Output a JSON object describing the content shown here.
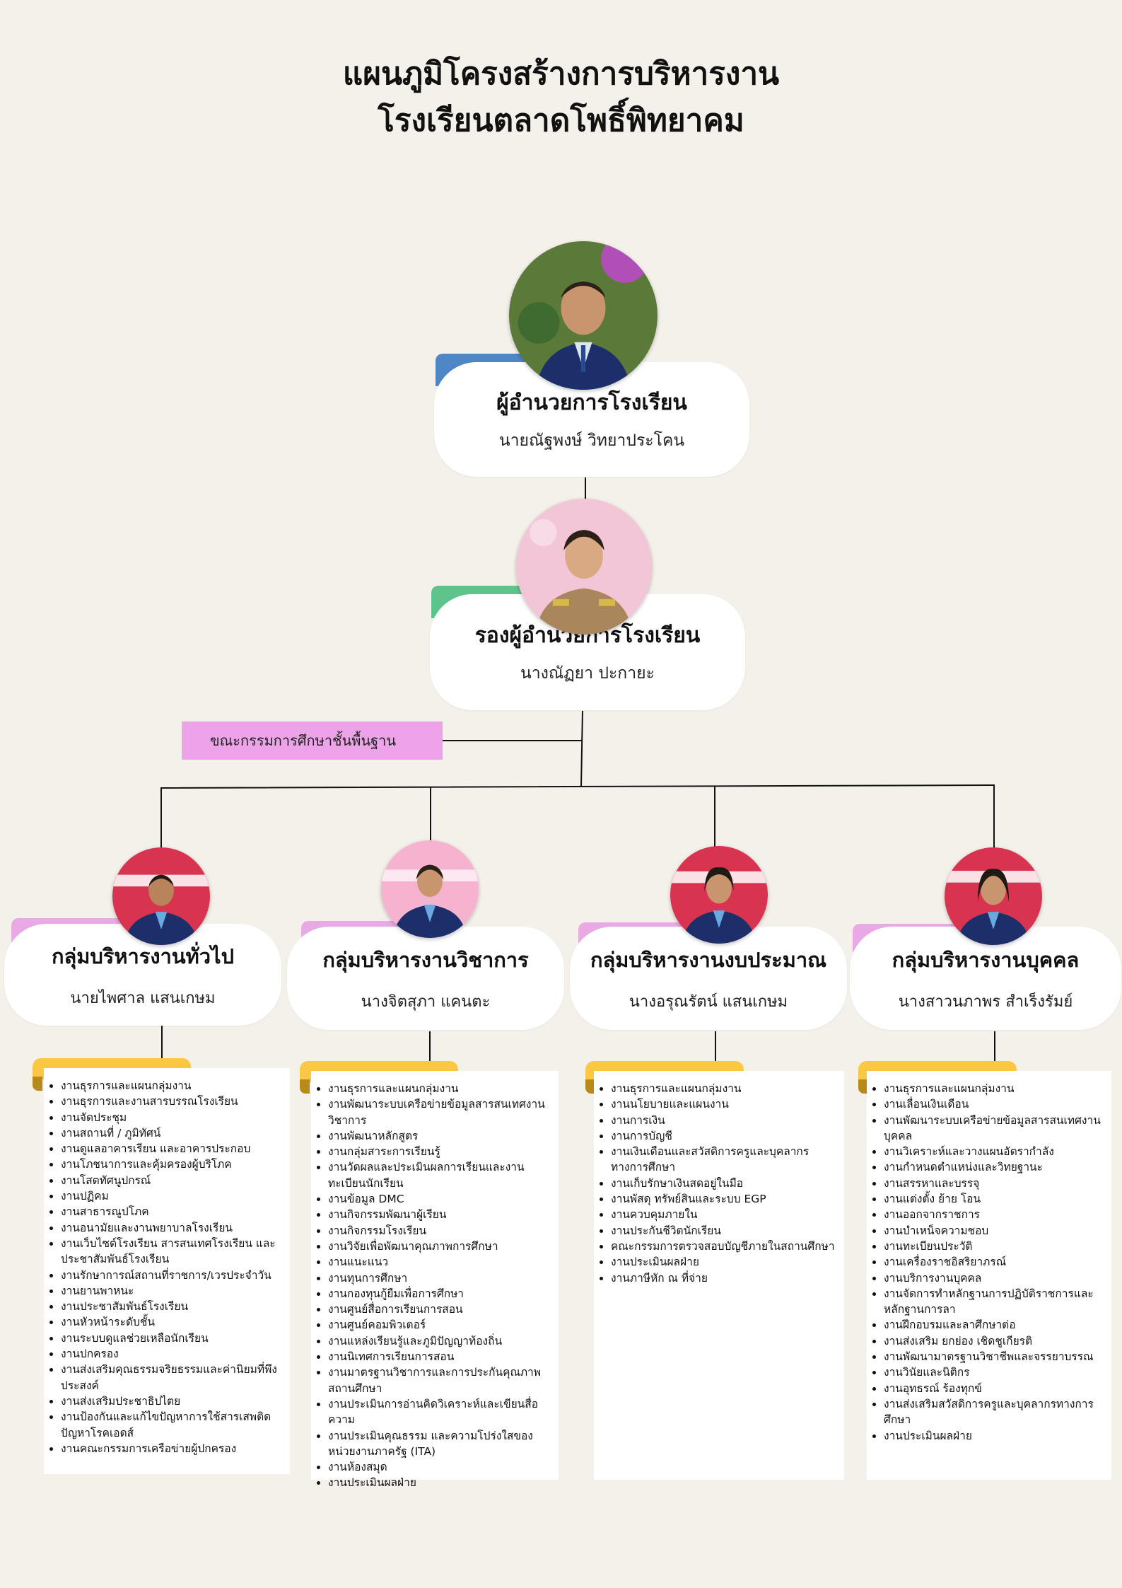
{
  "title": {
    "line1": "แผนภูมิโครงสร้างการบริหารงาน",
    "line2": "โรงเรียนตลาดโพธิ์พิทยาคม"
  },
  "director": {
    "role": "ผู้อำนวยการโรงเรียน",
    "name": "นายณัฐพงษ์ วิทยาประโคน"
  },
  "deputy": {
    "role": "รองผู้อำนวยการโรงเรียน",
    "name": "นางณัฏยา ปะกายะ"
  },
  "committee": {
    "label": "ขณะกรรมการศึกษาชั้นพื้นฐาน"
  },
  "groups": [
    {
      "title": "กลุ่มบริหารงานทั่วไป",
      "head": "นายไพศาล แสนเกษม",
      "duties": [
        "งานธุรการและแผนกลุ่มงาน",
        "งานธุรการและงานสารบรรณโรงเรียน",
        "งานจัดประชุม",
        "งานสถานที่ / ภูมิทัศน์",
        "งานดูแลอาคารเรียน และอาคารประกอบ",
        "งานโภชนาการและคุ้มครองผู้บริโภค",
        "งานโสตทัศนูปกรณ์",
        "งานปฏิคม",
        "งานสาธารณูปโภค",
        "งานอนามัยและงานพยาบาลโรงเรียน",
        "งานเว็บไซต์โรงเรียน สารสนเทศโรงเรียน และประชาสัมพันธ์โรงเรียน",
        "งานรักษาการณ์สถานที่ราชการ/เวรประจำวัน",
        "งานยานพาหนะ",
        "งานประชาสัมพันธ์โรงเรียน",
        "งานหัวหน้าระดับชั้น",
        "งานระบบดูแลช่วยเหลือนักเรียน",
        "งานปกครอง",
        "งานส่งเสริมคุณธรรมจริยธรรมและค่านิยมที่พึงประสงค์",
        "งานส่งเสริมประชาธิปไตย",
        "งานป้องกันและแก้ไขปัญหาการใช้สารเสพติด ปัญหาโรคเอดส์",
        "งานคณะกรรมการเครือข่ายผู้ปกครอง"
      ]
    },
    {
      "title": "กลุ่มบริหารงานวิชาการ",
      "head": "นางจิตสุภา แคนตะ",
      "duties": [
        "งานธุรการและแผนกลุ่มงาน",
        "งานพัฒนาระบบเครือข่ายข้อมูลสารสนเทศงานวิชาการ",
        "งานพัฒนาหลักสูตร",
        "งานกลุ่มสาระการเรียนรู้",
        "งานวัดผลและประเมินผลการเรียนและงานทะเบียนนักเรียน",
        "งานข้อมูล DMC",
        "งานกิจกรรมพัฒนาผู้เรียน",
        "งานกิจกรรมโรงเรียน",
        "งานวิจัยเพื่อพัฒนาคุณภาพการศึกษา",
        "งานแนะแนว",
        "งานทุนการศึกษา",
        "งานกองทุนกู้ยืมเพื่อการศึกษา",
        "งานศูนย์สื่อการเรียนการสอน",
        "งานศูนย์คอมพิวเตอร์",
        "งานแหล่งเรียนรู้และภูมิปัญญาท้องถิ่น",
        "งานนิเทศการเรียนการสอน",
        "งานมาตรฐานวิชาการและการประกันคุณภาพสถานศึกษา",
        "งานประเมินการอ่านคิดวิเคราะห์และเขียนสื่อความ",
        "งานประเมินคุณธรรม และความโปร่งใสของหน่วยงานภาครัฐ (ITA)",
        "งานห้องสมุด",
        "งานประเมินผลฝ่าย"
      ]
    },
    {
      "title": "กลุ่มบริหารงานงบประมาณ",
      "head": "นางอรุณรัตน์ แสนเกษม",
      "duties": [
        "งานธุรการและแผนกลุ่มงาน",
        "งานนโยบายและแผนงาน",
        "งานการเงิน",
        "งานการบัญชี",
        "งานเงินเดือนและสวัสดิการครูและบุคลากรทางการศึกษา",
        "งานเก็บรักษาเงินสดอยู่ในมือ",
        "งานพัสดุ ทรัพย์สินและระบบ EGP",
        "งานควบคุมภายใน",
        "งานประกันชีวิตนักเรียน",
        "คณะกรรมการตรวจสอบบัญชีภายในสถานศึกษา",
        "งานประเมินผลฝ่าย",
        "งานภาษีหัก ณ ที่จ่าย"
      ]
    },
    {
      "title": "กลุ่มบริหารงานบุคคล",
      "head": "นางสาวนภาพร สำเร็งรัมย์",
      "duties": [
        "งานธุรการและแผนกลุ่มงาน",
        "งานเลื่อนเงินเดือน",
        "งานพัฒนาระบบเครือข่ายข้อมูลสารสนเทศงานบุคคล",
        "งานวิเคราะห์และวางแผนอัตรากำลัง",
        "งานกำหนดตำแหน่งและวิทยฐานะ",
        "งานสรรหาและบรรจุ",
        "งานแต่งตั้ง ย้าย โอน",
        "งานออกจากราชการ",
        "งานบำเหน็จความชอบ",
        "งานทะเบียนประวัติ",
        "งานเครื่องราชอิสริยาภรณ์",
        "งานบริการงานบุคคล",
        "งานจัดการทำหลักฐานการปฏิบัติราชการและหลักฐานการลา",
        "งานฝึกอบรมและลาศึกษาต่อ",
        "งานส่งเสริม ยกย่อง เชิดชูเกียรติ",
        "งานพัฒนามาตรฐานวิชาชีพและจรรยาบรรณ",
        "งานวินัยและนิติกร",
        "งานอุทธรณ์ ร้องทุกข์",
        "งานส่งเสริมสวัสดิการครูและบุคลากรทางการศึกษา",
        "งานประเมินผลฝ่าย"
      ]
    }
  ],
  "colors": {
    "background": "#f4f1ea",
    "director_tab": "#4f86c6",
    "deputy_tab": "#5fc48c",
    "group_tab": "#e9a9e4",
    "committee_box": "#eca3e8",
    "duty_tab": "#fcc844",
    "suit": "#1c2f6b",
    "uniform": "#a9865c"
  },
  "icons": [
    "director-photo",
    "deputy-photo",
    "group-head-photo"
  ]
}
